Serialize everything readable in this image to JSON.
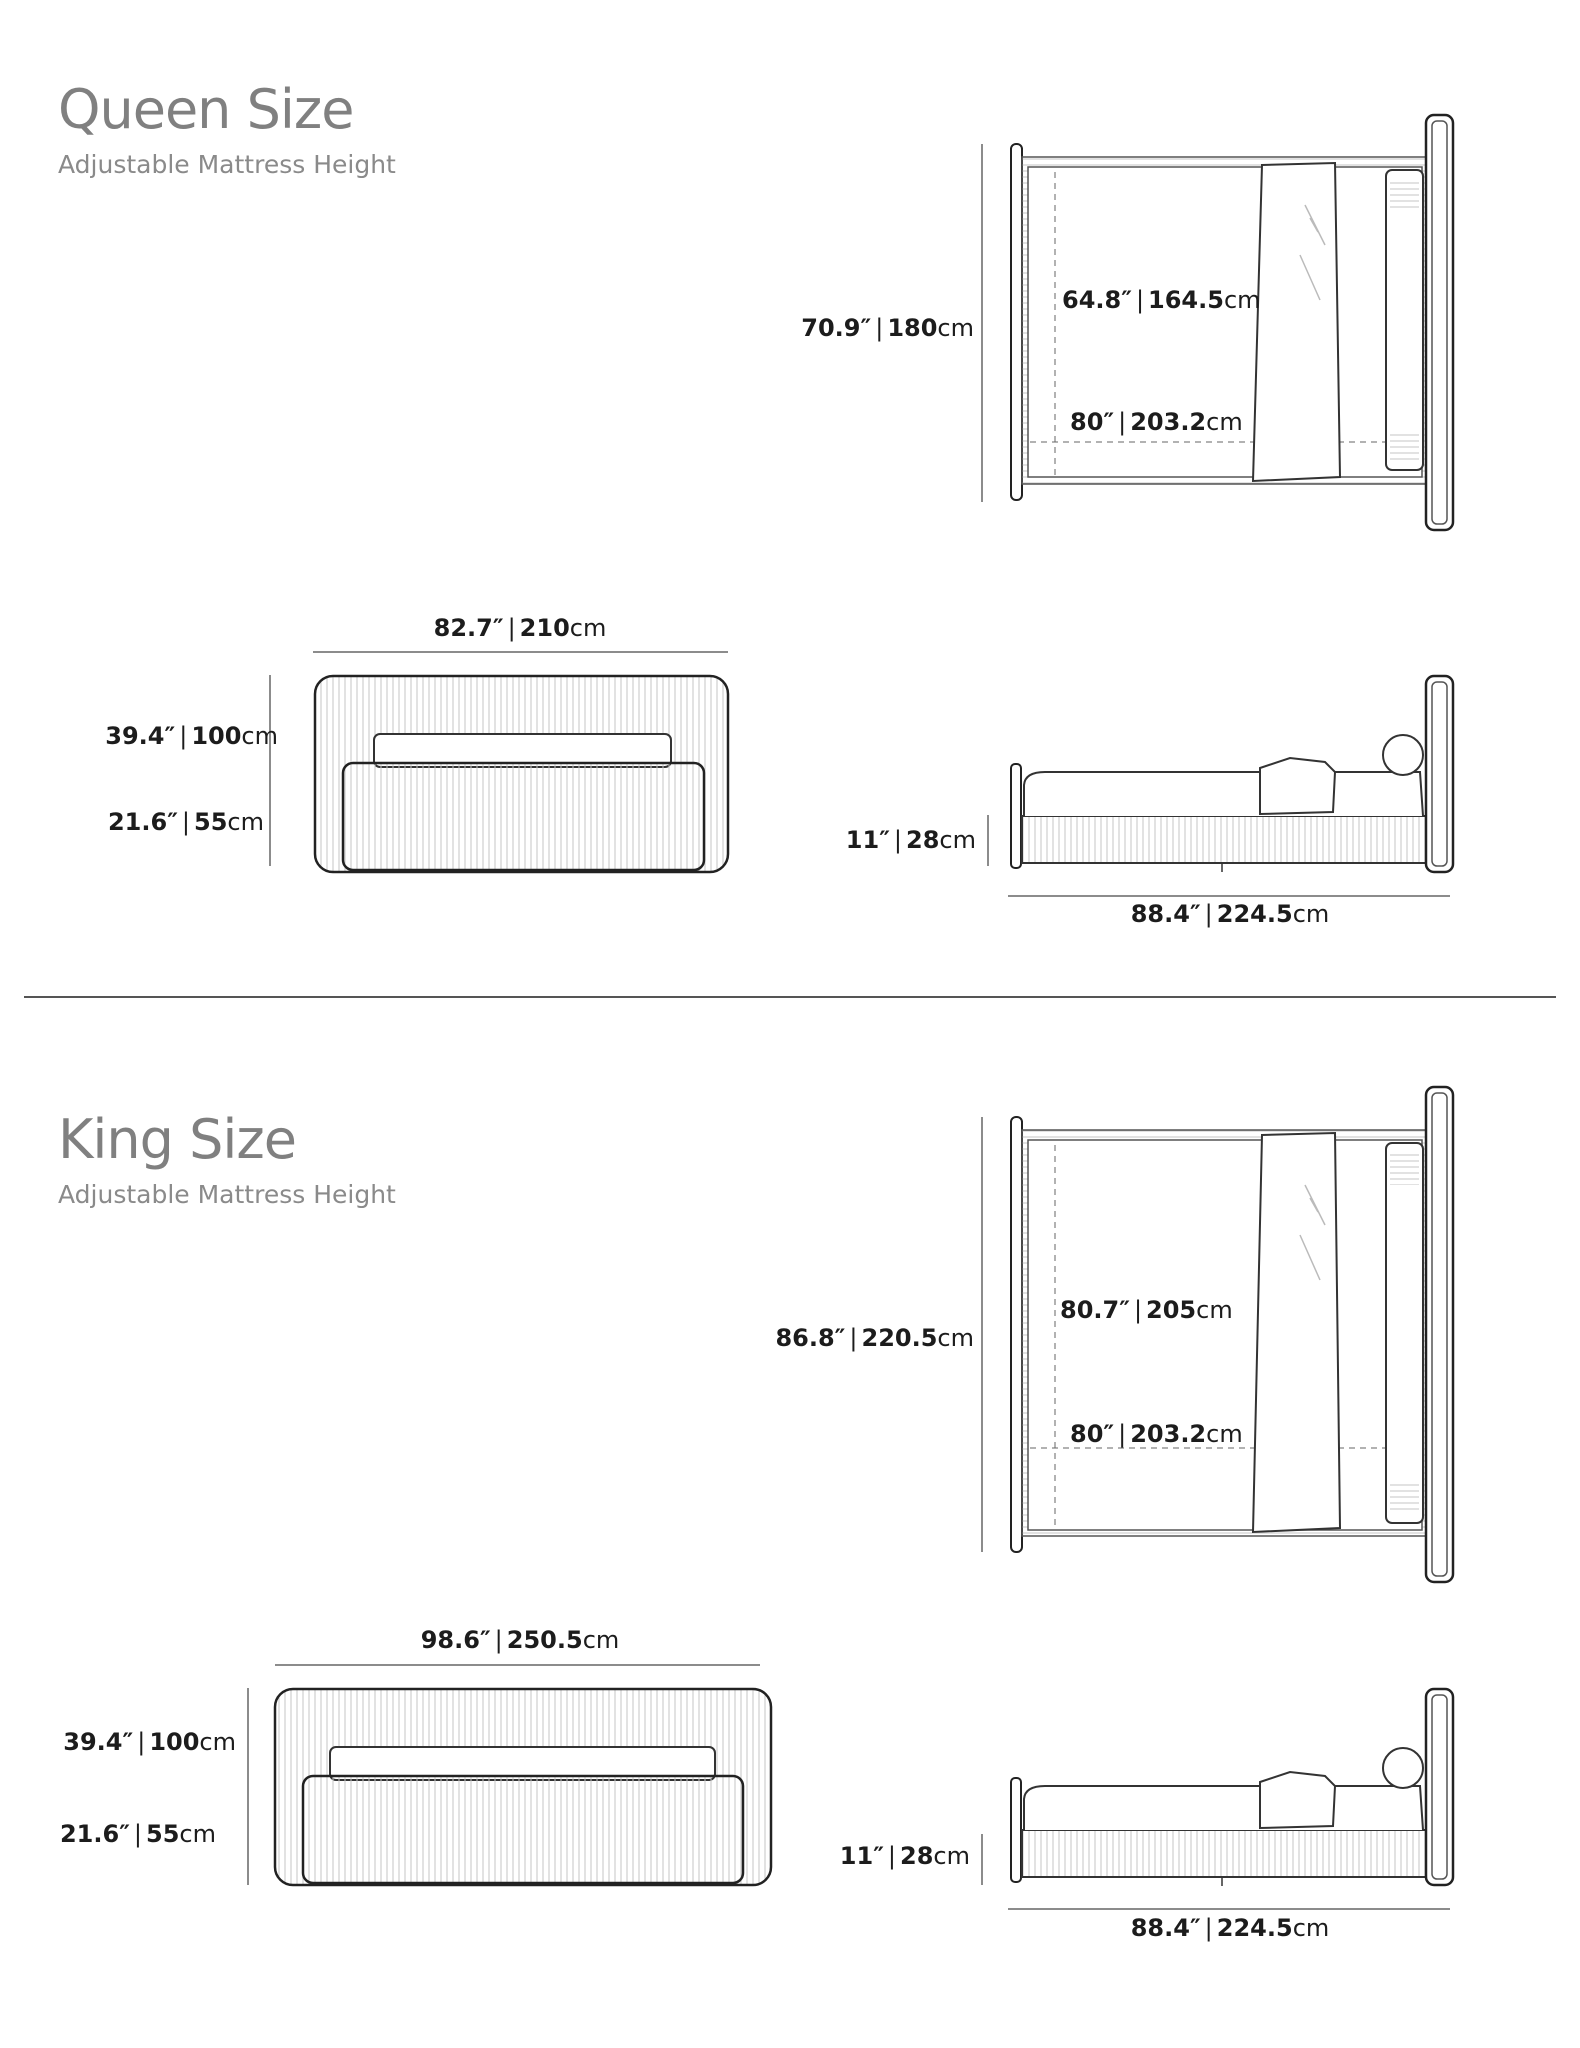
{
  "sections": [
    {
      "title": "Queen Size",
      "subtitle": "Adjustable Mattress Height",
      "top_view": {
        "overall_width": {
          "in": "70.9″",
          "sep": "|",
          "cm": "180",
          "unit": "cm"
        },
        "mattress_width": {
          "in": "64.8″",
          "sep": "|",
          "cm": "164.5",
          "unit": "cm"
        },
        "mattress_length": {
          "in": "80″",
          "sep": "|",
          "cm": "203.2",
          "unit": "cm"
        }
      },
      "front_view": {
        "overall_width": {
          "in": "82.7″",
          "sep": "|",
          "cm": "210",
          "unit": "cm"
        },
        "headboard_height": {
          "in": "39.4″",
          "sep": "|",
          "cm": "100",
          "unit": "cm"
        },
        "frame_height": {
          "in": "21.6″",
          "sep": "|",
          "cm": "55",
          "unit": "cm"
        }
      },
      "side_view": {
        "base_height": {
          "in": "11″",
          "sep": "|",
          "cm": "28",
          "unit": "cm"
        },
        "overall_length": {
          "in": "88.4″",
          "sep": "|",
          "cm": "224.5",
          "unit": "cm"
        }
      }
    },
    {
      "title": "King Size",
      "subtitle": "Adjustable Mattress Height",
      "top_view": {
        "overall_width": {
          "in": "86.8″",
          "sep": "|",
          "cm": "220.5",
          "unit": "cm"
        },
        "mattress_width": {
          "in": "80.7″",
          "sep": "|",
          "cm": "205",
          "unit": "cm"
        },
        "mattress_length": {
          "in": "80″",
          "sep": "|",
          "cm": "203.2",
          "unit": "cm"
        }
      },
      "front_view": {
        "overall_width": {
          "in": "98.6″",
          "sep": "|",
          "cm": "250.5",
          "unit": "cm"
        },
        "headboard_height": {
          "in": "39.4″",
          "sep": "|",
          "cm": "100",
          "unit": "cm"
        },
        "frame_height": {
          "in": "21.6″",
          "sep": "|",
          "cm": "55",
          "unit": "cm"
        }
      },
      "side_view": {
        "base_height": {
          "in": "11″",
          "sep": "|",
          "cm": "28",
          "unit": "cm"
        },
        "overall_length": {
          "in": "88.4″",
          "sep": "|",
          "cm": "224.5",
          "unit": "cm"
        }
      }
    }
  ]
}
